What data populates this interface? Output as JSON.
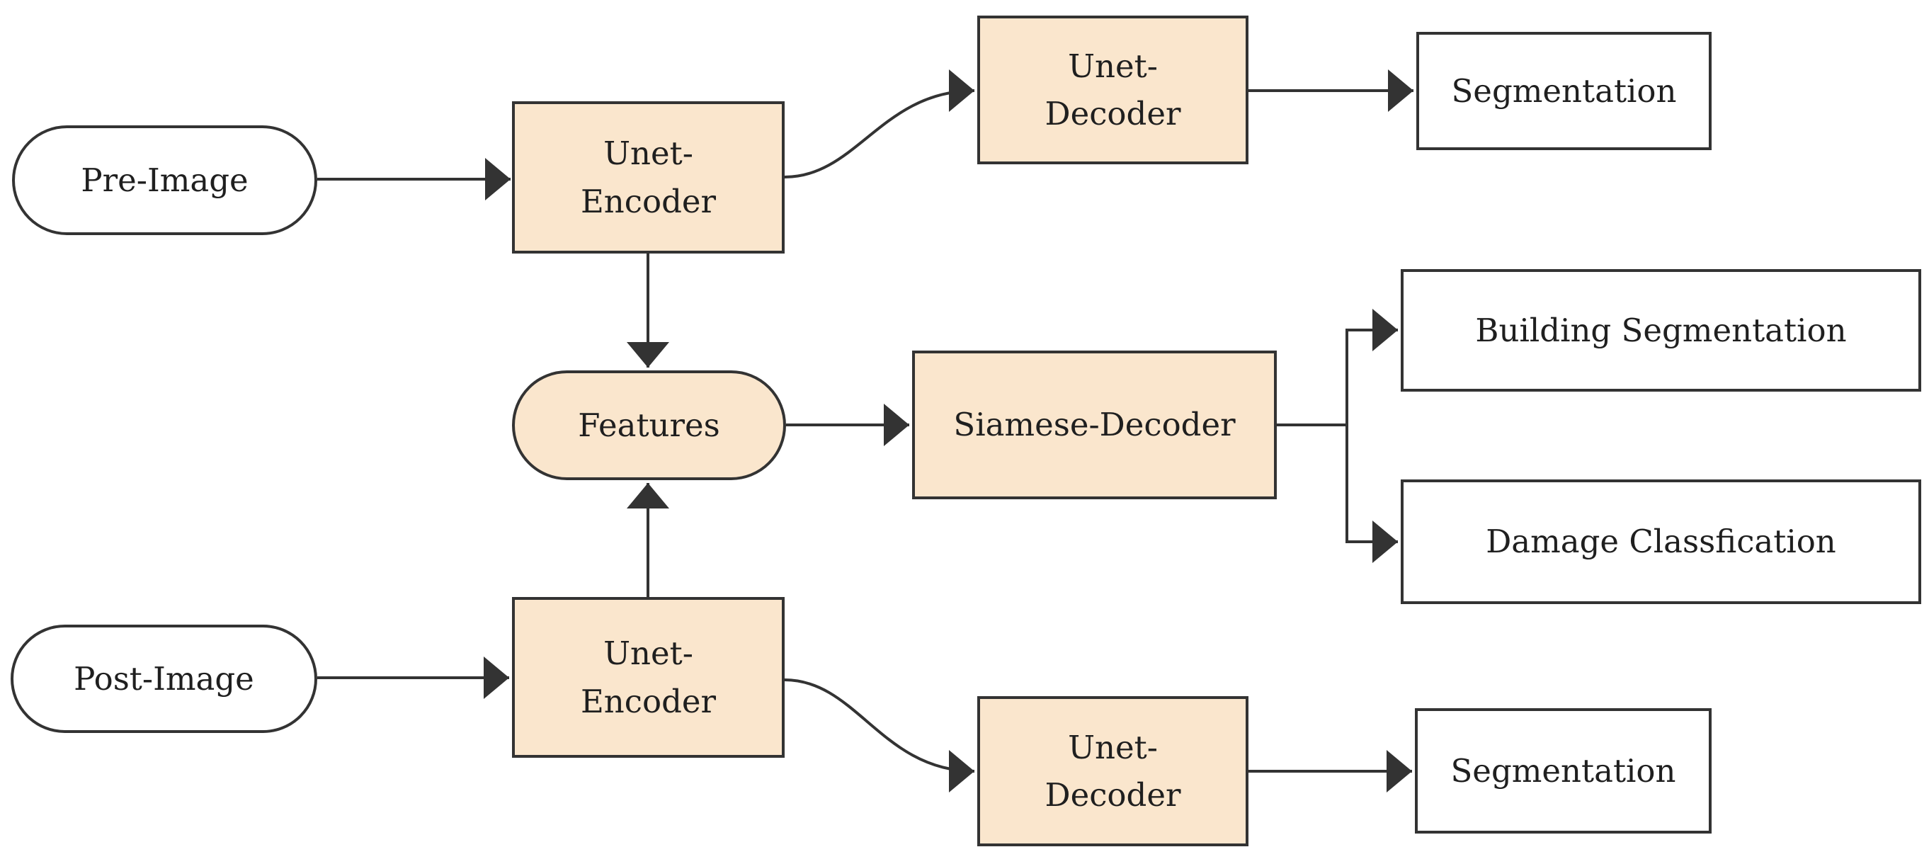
{
  "diagram": {
    "type": "flowchart",
    "direction": "left-to-right",
    "colors": {
      "background": "#ffffff",
      "accent_fill": "#fae6cd",
      "plain_fill": "#ffffff",
      "stroke": "#333333",
      "text": "#1f1f1f"
    },
    "nodes": {
      "pre_image": {
        "label": "Pre-Image",
        "shape": "stadium",
        "fill": "plain"
      },
      "unet_encoder_top": {
        "lines": [
          "Unet-",
          "Encoder"
        ],
        "shape": "rect",
        "fill": "accent"
      },
      "unet_decoder_top": {
        "lines": [
          "Unet-",
          "Decoder"
        ],
        "shape": "rect",
        "fill": "accent"
      },
      "segmentation_top": {
        "label": "Segmentation",
        "shape": "rect",
        "fill": "plain"
      },
      "features": {
        "label": "Features",
        "shape": "stadium",
        "fill": "accent"
      },
      "siamese_decoder": {
        "label": "Siamese-Decoder",
        "shape": "rect",
        "fill": "accent"
      },
      "building_segmentation": {
        "label": "Building Segmentation",
        "shape": "rect",
        "fill": "plain"
      },
      "damage_classification": {
        "label": "Damage Classfication",
        "shape": "rect",
        "fill": "plain"
      },
      "post_image": {
        "label": "Post-Image",
        "shape": "stadium",
        "fill": "plain"
      },
      "unet_encoder_bottom": {
        "lines": [
          "Unet-",
          "Encoder"
        ],
        "shape": "rect",
        "fill": "accent"
      },
      "unet_decoder_bottom": {
        "lines": [
          "Unet-",
          "Decoder"
        ],
        "shape": "rect",
        "fill": "accent"
      },
      "segmentation_bottom": {
        "label": "Segmentation",
        "shape": "rect",
        "fill": "plain"
      }
    },
    "edges": [
      {
        "from": "pre_image",
        "to": "unet_encoder_top",
        "arrow": true
      },
      {
        "from": "unet_encoder_top",
        "to": "unet_decoder_top",
        "arrow": true,
        "style": "curve"
      },
      {
        "from": "unet_decoder_top",
        "to": "segmentation_top",
        "arrow": true
      },
      {
        "from": "unet_encoder_top",
        "to": "features",
        "arrow": true
      },
      {
        "from": "post_image",
        "to": "unet_encoder_bottom",
        "arrow": true
      },
      {
        "from": "unet_encoder_bottom",
        "to": "features",
        "arrow": true
      },
      {
        "from": "unet_encoder_bottom",
        "to": "unet_decoder_bottom",
        "arrow": true,
        "style": "curve"
      },
      {
        "from": "unet_decoder_bottom",
        "to": "segmentation_bottom",
        "arrow": true
      },
      {
        "from": "features",
        "to": "siamese_decoder",
        "arrow": true
      },
      {
        "from": "siamese_decoder",
        "to": "building_segmentation",
        "arrow": true,
        "style": "elbow"
      },
      {
        "from": "siamese_decoder",
        "to": "damage_classification",
        "arrow": true,
        "style": "elbow"
      }
    ]
  }
}
